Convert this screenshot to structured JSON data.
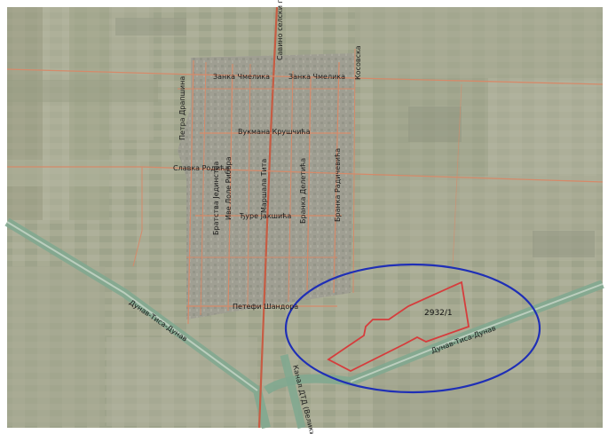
{
  "colors": {
    "frame": "#ffffff",
    "fields_base": "#a3a68f",
    "village_fill": "#9b9a8f",
    "road": "#d58a6a",
    "main_road": "#c75c43",
    "canal": "#7fa88f",
    "parcel": "#d63c3c",
    "highlight_ellipse": "#1f2fb6"
  },
  "map": {
    "streets": {
      "zanka_cmelika_left": "Занка Чмелика",
      "zanka_cmelika_right": "Занка Чмелика",
      "vukmana_kruscica": "Вукмана Крушчића",
      "slavka_rodica": "Славка Родића",
      "djure_jaksica": "Ђуре Јакшића",
      "petefi_sandora": "Петефи Шандора",
      "petra_drapsina": "Петра Драпшина",
      "bratstva_jedinstva": "Братства Јединства",
      "ive_lole_ribara": "Иве Лоле Рибара",
      "marsala_tita": "Маршала Тита",
      "branka_deletica": "Бранка Делетића",
      "branka_radicevica": "Бранка Радичевића",
      "savino_selo_put": "Савино селски пут",
      "kosovska": "Косовска"
    },
    "canals": {
      "dtd_left": "Дунав-Тиса-Дунав",
      "dtd_right": "Дунав-Тиса-Дунав",
      "kanal_dtd": "Канал ДТД (Велики б"
    },
    "parcel": {
      "label": "2932/1"
    }
  }
}
